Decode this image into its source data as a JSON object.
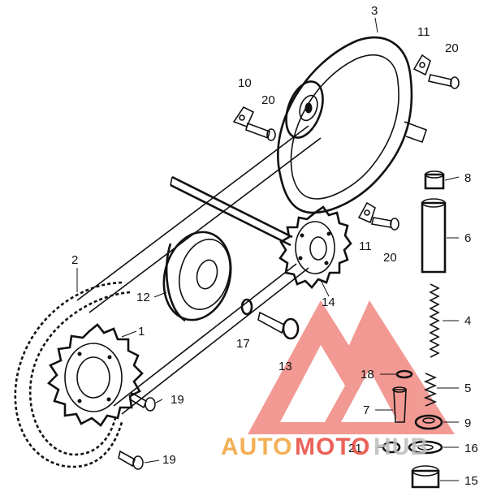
{
  "diagram": {
    "callouts": {
      "p1": "1",
      "p2": "2",
      "p3": "3",
      "p4": "4",
      "p5": "5",
      "p6": "6",
      "p7": "7",
      "p8": "8",
      "p9": "9",
      "p10": "10",
      "p11a": "11",
      "p11b": "11",
      "p12": "12",
      "p13": "13",
      "p14": "14",
      "p15": "15",
      "p16": "16",
      "p17": "17",
      "p18": "18",
      "p19a": "19",
      "p19b": "19",
      "p20a": "20",
      "p20b": "20",
      "p21": "21"
    },
    "watermark": {
      "text_orange": "AUTO",
      "text_red": "MOTO",
      "text_grey": "HUB",
      "color_orange": "#f2a33a",
      "color_red": "#e8473c",
      "color_grey": "#bdbdbd",
      "logo_color": "#e8473c"
    }
  }
}
